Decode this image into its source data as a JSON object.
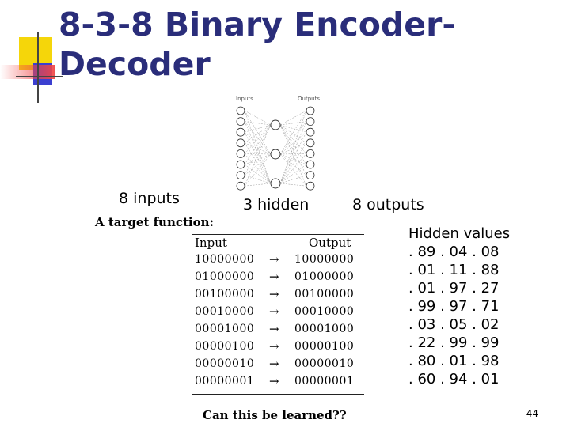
{
  "slide": {
    "title_line1": "8-3-8 Binary Encoder-",
    "title_line2": "Decoder",
    "page_number": "44"
  },
  "diagram": {
    "inputs_header": "Inputs",
    "outputs_header": "Outputs",
    "inputs_label": "8 inputs",
    "hidden_label": "3 hidden",
    "outputs_label": "8 outputs"
  },
  "target_function": {
    "heading": "A target function:",
    "col_input": "Input",
    "col_output": "Output",
    "arrow": "→",
    "rows": [
      {
        "input": "10000000",
        "output": "10000000"
      },
      {
        "input": "01000000",
        "output": "01000000"
      },
      {
        "input": "00100000",
        "output": "00100000"
      },
      {
        "input": "00010000",
        "output": "00010000"
      },
      {
        "input": "00001000",
        "output": "00001000"
      },
      {
        "input": "00000100",
        "output": "00000100"
      },
      {
        "input": "00000010",
        "output": "00000010"
      },
      {
        "input": "00000001",
        "output": "00000001"
      }
    ],
    "question": "Can this be learned??"
  },
  "hidden_values": {
    "heading": "Hidden values",
    "rows": [
      ". 89 . 04 . 08",
      ". 01 . 11 . 88",
      ". 01 . 97 . 27",
      ". 99 . 97 . 71",
      ". 03 . 05 . 02",
      ". 22 . 99 . 99",
      ". 80 . 01 . 98",
      ". 60 . 94 . 01"
    ]
  }
}
